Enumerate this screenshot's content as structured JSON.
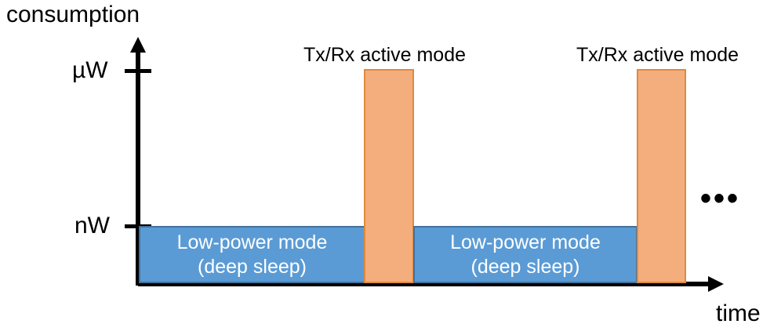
{
  "chart_data": {
    "type": "bar",
    "title": "",
    "ylabel": "consumption",
    "xlabel": "time",
    "grid": false,
    "legend": "none",
    "y_ticks": [
      "nW",
      "µW"
    ],
    "y_tick_values": [
      1,
      2
    ],
    "ylim": [
      0,
      2.35
    ],
    "xlim": [
      0,
      10
    ],
    "categories": [
      "Low-power mode (deep sleep)",
      "Tx/Rx active mode",
      "Low-power mode (deep sleep)",
      "Tx/Rx active mode"
    ],
    "series": [
      {
        "name": "power consumption",
        "values": [
          1,
          2,
          1,
          2
        ]
      }
    ],
    "bars": [
      {
        "label": "Low-power mode (deep sleep)",
        "level": "nW",
        "value": 1,
        "x_start": 0.0,
        "x_end": 3.86,
        "color": "#5B9BD5"
      },
      {
        "label": "Tx/Rx active mode",
        "level": "µW",
        "value": 2,
        "x_start": 3.86,
        "x_end": 4.71,
        "color": "#F4AE7D"
      },
      {
        "label": "Low-power mode (deep sleep)",
        "level": "nW",
        "value": 1,
        "x_start": 4.71,
        "x_end": 8.55,
        "color": "#5B9BD5"
      },
      {
        "label": "Tx/Rx active mode",
        "level": "µW",
        "value": 2,
        "x_start": 8.55,
        "x_end": 9.39,
        "color": "#F4AE7D"
      }
    ],
    "annotations": [
      "Tx/Rx active mode",
      "Tx/Rx active mode",
      "…"
    ]
  },
  "axes": {
    "y_axis_title": "consumption",
    "x_axis_title": "time",
    "ticks": {
      "upper_label": "µW",
      "lower_label": "nW"
    }
  },
  "blocks": {
    "sleep": {
      "line1": "Low-power mode",
      "line2": "(deep sleep)",
      "fill_color": "#5B9BD5",
      "border_color": "#41719C",
      "text_color": "#FFFFFF"
    },
    "active": {
      "annotation": "Tx/Rx active mode",
      "fill_color": "#F4AE7D",
      "border_color": "#E0893D"
    }
  },
  "continuation": {
    "ellipsis": "•••"
  },
  "colors": {
    "background": "#FFFFFF",
    "axis": "#000000",
    "sleep_fill": "#5B9BD5",
    "sleep_border": "#41719C",
    "active_fill": "#F4AE7D",
    "active_border": "#E0893D"
  }
}
